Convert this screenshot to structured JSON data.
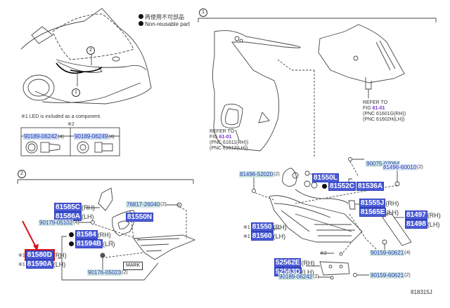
{
  "legend": {
    "non_reusable_jp": "再使用不可部品",
    "non_reusable_en": "Non-reusable part"
  },
  "callouts": {
    "one": "1",
    "two": "2"
  },
  "notes": {
    "led_note": "※1 LED is included as a component.",
    "mark2": "※2",
    "mark1": "※1",
    "mark2_short": "※2"
  },
  "bulb_table": {
    "items": [
      {
        "part": "90189-06242",
        "qty": "(4)"
      },
      {
        "part": "90189-06249",
        "qty": "(4)"
      }
    ]
  },
  "refers": [
    {
      "line1": "REFER TO",
      "fig_prefix": "FIG ",
      "fig": "61-01",
      "pnc1": "(PNC 61611(RH))",
      "pnc2": "(PNC 61612(LH))"
    },
    {
      "line1": "REFER TO",
      "fig_prefix": "FIG ",
      "fig": "61-01",
      "pnc1": "(PNC 61601G(RH))",
      "pnc2": "(PNC 61602H(LH))"
    }
  ],
  "group2": {
    "p81585C": {
      "part": "81585C",
      "side": "(RH)"
    },
    "p81586A": {
      "part": "81586A",
      "side": "(LH)"
    },
    "p76817": {
      "part": "76817-26040",
      "qty": "(2)"
    },
    "p81550N": {
      "part": "81550N"
    },
    "p90179": {
      "part": "90179-05102",
      "qty": "(4)"
    },
    "p81584": {
      "part": "81584",
      "side": "(RH)"
    },
    "p81594B": {
      "part": "81594B",
      "side": "(LH)"
    },
    "p81580D": {
      "part": "81580D",
      "side": "(RH)"
    },
    "p81590A": {
      "part": "81590A",
      "side": "(LH)"
    },
    "p90176": {
      "part": "90176-05023",
      "qty": "(2)"
    },
    "mark_label": "MARK"
  },
  "group1": {
    "p81496_52020": {
      "part": "81496-52020",
      "qty": "(2)"
    },
    "p81550L": {
      "part": "81550L"
    },
    "p81552C": {
      "part": "81552C"
    },
    "p81536A": {
      "part": "81536A"
    },
    "p90075": {
      "part": "90075-02064"
    },
    "p81496_60010": {
      "part": "81496-60010",
      "qty": "(2)"
    },
    "p81555J": {
      "part": "81555J",
      "side": "(RH)"
    },
    "p81565E": {
      "part": "81565E",
      "side": "(LH)"
    },
    "p81497": {
      "part": "81497",
      "side": "(RH)"
    },
    "p81498": {
      "part": "81498",
      "side": "(LH)"
    },
    "p81550": {
      "part": "81550",
      "side": "(RH)"
    },
    "p81560": {
      "part": "81560",
      "side": "(LH)"
    },
    "p90159_4": {
      "part": "90159-60621",
      "qty": "(4)"
    },
    "p52562E": {
      "part": "52562E",
      "side": "(RH)"
    },
    "p52563D": {
      "part": "52563D",
      "side": "(LH)"
    },
    "p90189": {
      "part": "90189-06242",
      "qty": "(2)"
    },
    "p90159_2": {
      "part": "90159-60621",
      "qty": "(2)"
    }
  },
  "diagram_id": "818315J",
  "colors": {
    "major_part_bg": "#4a5bd6",
    "minor_part_bg": "#cfe7df",
    "highlight": "#d8141e",
    "fig_link": "#7a2fd0"
  }
}
